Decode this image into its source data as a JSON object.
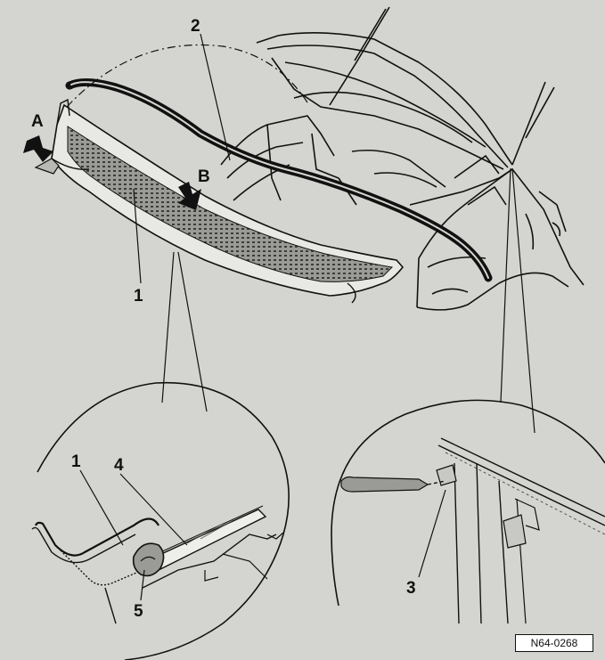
{
  "callouts": {
    "part_1": "1",
    "part_2": "2",
    "part_3": "3",
    "part_4": "4",
    "part_5": "5",
    "arrow_a": "A",
    "arrow_b": "B",
    "detail_part_1": "1"
  },
  "figure_reference": "N64-0268",
  "colors": {
    "background": "#d4d4d0",
    "line": "#111111",
    "panel_fill": "#e8e8e4",
    "grille": "#555555"
  }
}
